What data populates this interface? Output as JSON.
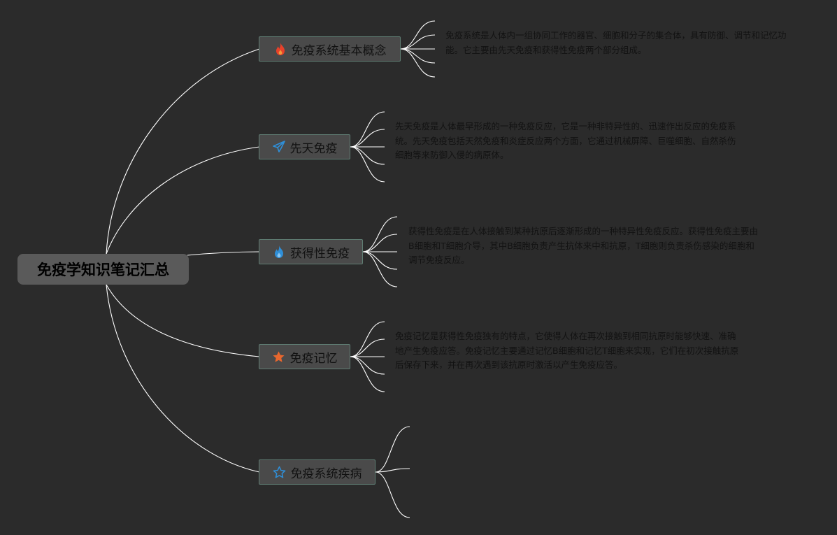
{
  "root": {
    "title": "免疫学知识笔记汇总"
  },
  "branches": [
    {
      "label": "免疫系统基本概念",
      "icon": "fire-icon",
      "icon_color": "#e8412a",
      "note": "免疫系统是人体内一组协同工作的器官、细胞和分子的集合体，具有防御、调节和记忆功能。它主要由先天免疫和获得性免疫两个部分组成。"
    },
    {
      "label": "先天免疫",
      "icon": "paper-plane-icon",
      "icon_color": "#2f8fd8",
      "note": "先天免疫是人体最早形成的一种免疫反应，它是一种非特异性的、迅速作出反应的免疫系统。先天免疫包括天然免疫和炎症反应两个方面，它通过机械屏障、巨噬细胞、自然杀伤细胞等来防御入侵的病原体。"
    },
    {
      "label": "获得性免疫",
      "icon": "flame-icon",
      "icon_color": "#2f8fd8",
      "note": "获得性免疫是在人体接触到某种抗原后逐渐形成的一种特异性免疫反应。获得性免疫主要由B细胞和T细胞介导，其中B细胞负责产生抗体来中和抗原，T细胞则负责杀伤感染的细胞和调节免疫反应。"
    },
    {
      "label": "免疫记忆",
      "icon": "star-filled-icon",
      "icon_color": "#e8672e",
      "note": "免疫记忆是获得性免疫独有的特点，它使得人体在再次接触到相同抗原时能够快速、准确地产生免疫应答。免疫记忆主要通过记忆B细胞和记忆T细胞来实现，它们在初次接触抗原后保存下来，并在再次遇到该抗原时激活以产生免疫应答。"
    },
    {
      "label": "免疫系统疾病",
      "icon": "star-outline-icon",
      "icon_color": "#2f8fd8",
      "note": ""
    }
  ],
  "colors": {
    "background": "#2b2b2b",
    "link": "#ffffff",
    "branch_border": "#5f7d73"
  }
}
